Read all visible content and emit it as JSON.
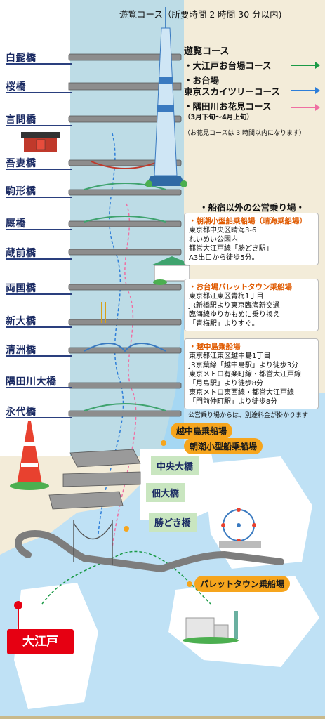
{
  "course_title": "遊覧コース（所要時間 2 時間 30 分以内)",
  "legend": {
    "header": "遊覧コース",
    "items": [
      {
        "label": "・大江戸お台場コース",
        "color": "#1a9a46"
      },
      {
        "label": "・お台場",
        "label2": "東京スカイツリーコース",
        "color": "#2d7ed9"
      },
      {
        "label": "・隅田川お花見コース",
        "sub": "（3月下旬〜4月上旬）",
        "color": "#ef6fa2"
      }
    ],
    "note": "（お花見コースは 3 時間以内になります）"
  },
  "bridges": [
    "白髭橋",
    "桜橋",
    "言問橋",
    "吾妻橋",
    "駒形橋",
    "厩橋",
    "蔵前橋",
    "両国橋",
    "新大橋",
    "清洲橋",
    "隅田川大橋",
    "永代橋"
  ],
  "other_piers": {
    "header": "・船宿以外の公営乗り場・",
    "piers": [
      {
        "name": "・朝潮小型船乗船場（晴海乗船場）",
        "lines": [
          "東京都中央区晴海3-6",
          "れいめい公園内",
          "都営大江戸線「勝どき駅」",
          "A3出口から徒歩5分。"
        ]
      },
      {
        "name": "・お台場パレットタウン乗船場",
        "lines": [
          "東京都江東区青梅1丁目",
          "JR新橋駅より東京臨海新交通",
          "臨海線ゆりかもめに乗り換え",
          "「青梅駅」よりすぐ。"
        ]
      },
      {
        "name": "・越中島乗船場",
        "lines": [
          "東京都江東区越中島1丁目",
          "JR京葉線「越中島駅」より徒歩3分",
          "東京メトロ有楽町線・都営大江戸線",
          "「月島駅」より徒歩8分",
          "東京メトロ東西線・都営大江戸線",
          "「門前仲町駅」より徒歩8分"
        ]
      }
    ],
    "fee_note": "公営乗り場からは、別途料金が掛かります"
  },
  "map_labels": {
    "etchujima": "越中島乗船場",
    "asashio": "朝潮小型船乗船場",
    "chuo": "中央大橋",
    "tsukuda": "佃大橋",
    "kachidoki": "勝どき橋",
    "palette": "パレットタウン乗船場",
    "oedo": "大江戸"
  }
}
